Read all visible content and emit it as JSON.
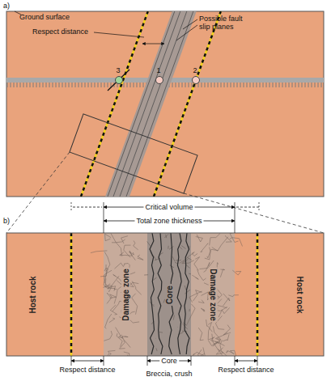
{
  "diagram": {
    "nodes": [
      {
        "text": [
          "3"
        ]
      },
      {
        "text": [
          "1"
        ]
      },
      {
        "text": [
          "2"
        ]
      },
      {
        "text": [
          "Host rock"
        ]
      },
      {
        "text": [
          "Damage zone"
        ]
      },
      {
        "text": [
          "Core"
        ]
      },
      {
        "text": [
          "Damage zone"
        ]
      },
      {
        "text": [
          "Host rock"
        ]
      }
    ],
    "labels": [
      "a)",
      "Ground surface",
      "Respect distance",
      "Possible fault slip planes",
      "b)",
      "Critical volume",
      "Total zone thickness",
      "Respect distance",
      "Core",
      "Breccia, crush",
      "Respect distance"
    ]
  }
}
